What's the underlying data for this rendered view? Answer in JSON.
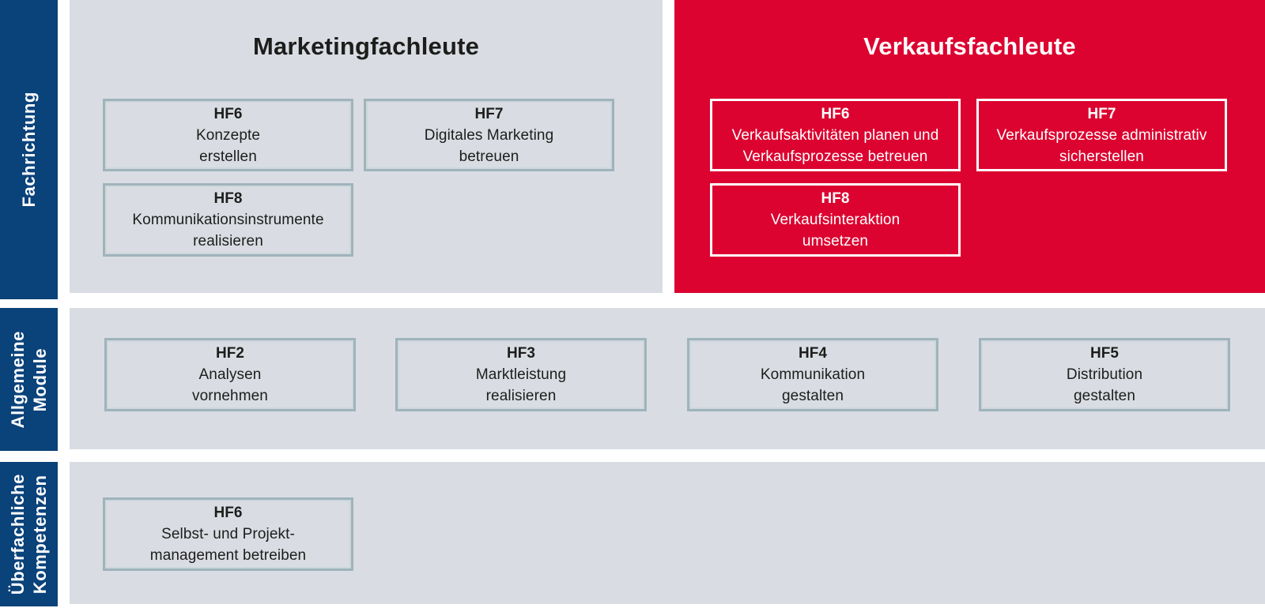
{
  "palette": {
    "blue": "#0a427a",
    "red": "#dc0330",
    "gray": "#d9dde3",
    "boxborder": "#9fb3bb"
  },
  "sidebar": {
    "rows": [
      {
        "label": "Fachrichtung"
      },
      {
        "label": [
          "Allgemeine",
          "Module"
        ]
      },
      {
        "label": [
          "Überfachliche",
          "Kompetenzen"
        ]
      }
    ]
  },
  "fachrichtung": {
    "marketing": {
      "title": "Marketingfachleute",
      "boxes": [
        {
          "code": "HF6",
          "lines": [
            "Konzepte",
            "erstellen"
          ]
        },
        {
          "code": "HF7",
          "lines": [
            "Digitales Marketing",
            "betreuen"
          ]
        },
        {
          "code": "HF8",
          "lines": [
            "Kommunikationsinstrumente",
            "realisieren"
          ]
        }
      ]
    },
    "verkauf": {
      "title": "Verkaufsfachleute",
      "boxes": [
        {
          "code": "HF6",
          "lines": [
            "Verkaufsaktivitäten planen und",
            "Verkaufsprozesse betreuen"
          ]
        },
        {
          "code": "HF7",
          "lines": [
            "Verkaufsprozesse administrativ",
            "sicherstellen"
          ]
        },
        {
          "code": "HF8",
          "lines": [
            "Verkaufsinteraktion",
            "umsetzen"
          ]
        }
      ]
    }
  },
  "allgemeine_module": {
    "boxes": [
      {
        "code": "HF2",
        "lines": [
          "Analysen",
          "vornehmen"
        ]
      },
      {
        "code": "HF3",
        "lines": [
          "Marktleistung",
          "realisieren"
        ]
      },
      {
        "code": "HF4",
        "lines": [
          "Kommunikation",
          "gestalten"
        ]
      },
      {
        "code": "HF5",
        "lines": [
          "Distribution",
          "gestalten"
        ]
      }
    ]
  },
  "ueberfachliche_kompetenzen": {
    "boxes": [
      {
        "code": "HF6",
        "lines": [
          "Selbst- und Projekt-",
          "management betreiben"
        ]
      }
    ]
  }
}
